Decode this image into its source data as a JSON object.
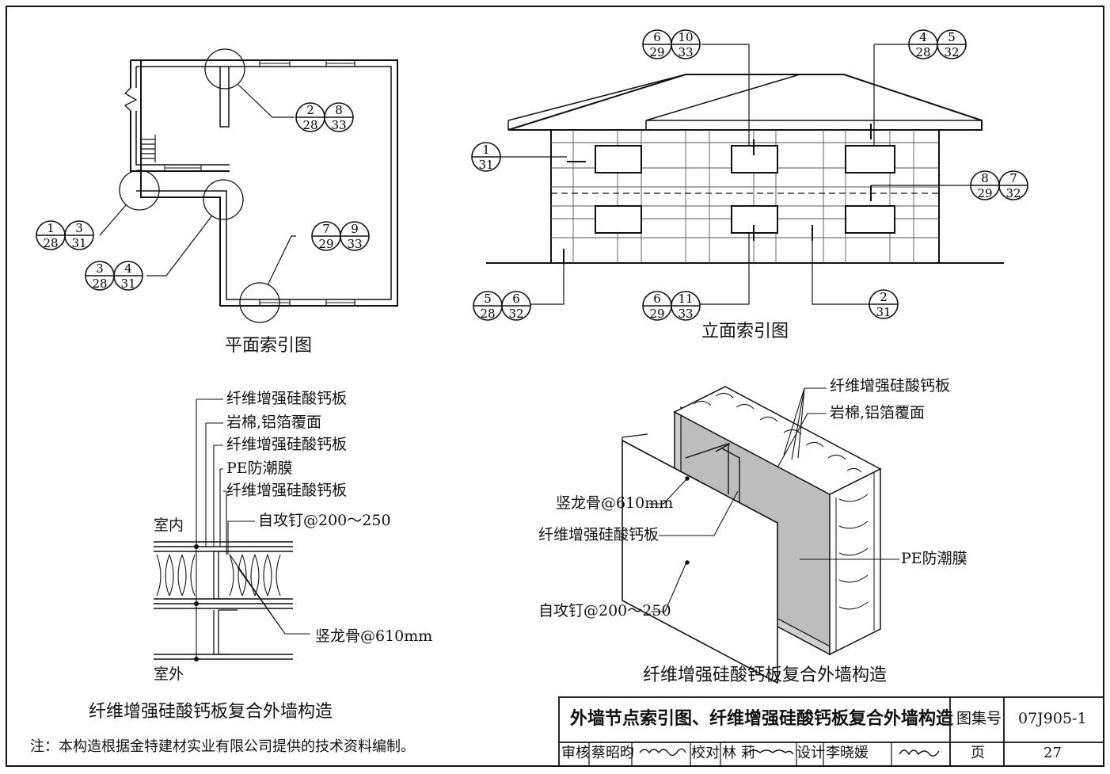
{
  "plan": {
    "title": "平面索引图",
    "callouts": [
      {
        "a": "2",
        "b": "28",
        "c": "8",
        "d": "33"
      },
      {
        "a": "1",
        "b": "28",
        "c": "3",
        "d": "31"
      },
      {
        "a": "3",
        "b": "28",
        "c": "4",
        "d": "31"
      },
      {
        "a": "7",
        "b": "29",
        "c": "9",
        "d": "33"
      }
    ]
  },
  "elevation": {
    "title": "立面索引图",
    "callouts": [
      {
        "a": "6",
        "b": "29",
        "c": "10",
        "d": "33"
      },
      {
        "a": "4",
        "b": "28",
        "c": "5",
        "d": "32"
      },
      {
        "a": "8",
        "b": "29",
        "c": "7",
        "d": "32"
      },
      {
        "a": "5",
        "b": "28",
        "c": "6",
        "d": "32"
      },
      {
        "a": "6",
        "b": "29",
        "c": "11",
        "d": "33"
      }
    ],
    "single_callouts": [
      {
        "a": "1",
        "b": "31"
      },
      {
        "a": "2",
        "b": "31"
      }
    ]
  },
  "section": {
    "title": "纤维增强硅酸钙板复合外墙构造",
    "layers": [
      "纤维增强硅酸钙板",
      "岩棉,铝箔覆面",
      "纤维增强硅酸钙板",
      "PE防潮膜",
      "纤维增强硅酸钙板"
    ],
    "interior": "室内",
    "exterior": "室外",
    "screw": "自攻钉@200～250",
    "stud": "竖龙骨@610mm"
  },
  "isometric": {
    "title": "纤维增强硅酸钙板复合外墙构造",
    "labels": {
      "board_top": "纤维增强硅酸钙板",
      "rockwool": "岩棉,铝箔覆面",
      "stud": "竖龙骨@610mm",
      "board_front": "纤维增强硅酸钙板",
      "pe": "PE防潮膜",
      "screw": "自攻钉@200～250"
    }
  },
  "note": "注：本构造根据金特建材实业有限公司提供的技术资料编制。",
  "title_block": {
    "title": "外墙节点索引图、纤维增强硅酸钙板复合外墙构造",
    "atlas_label": "图集号",
    "atlas_no": "07J905-1",
    "review_label": "审核",
    "reviewer": "蔡昭昀",
    "check_label": "校对",
    "checker": "林  莉",
    "design_label": "设计",
    "designer": "李晓媛",
    "page_label": "页",
    "page_no": "27"
  }
}
